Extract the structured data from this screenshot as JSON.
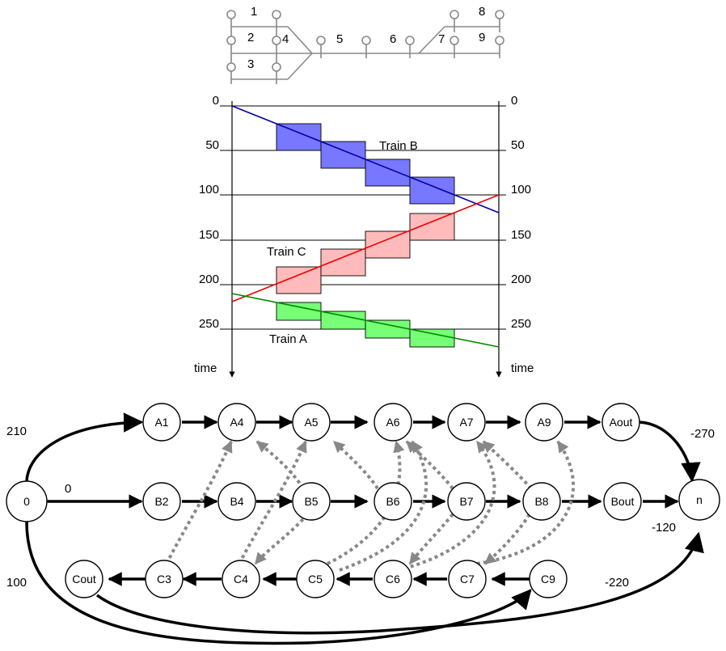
{
  "track": {
    "section_numbers": [
      "1",
      "2",
      "3",
      "4",
      "5",
      "6",
      "7",
      "8",
      "9"
    ]
  },
  "timeline": {
    "left_ticks": [
      "0",
      "50",
      "100",
      "150",
      "200",
      "250"
    ],
    "right_ticks": [
      "0",
      "50",
      "100",
      "150",
      "200",
      "250"
    ],
    "axis_label_left": "time",
    "axis_label_right": "time",
    "trains": [
      {
        "label": "Train B",
        "color": "#0000aa",
        "fill": "#7777ff"
      },
      {
        "label": "Train C",
        "color": "#ee0000",
        "fill": "#ffbbbb"
      },
      {
        "label": "Train A",
        "color": "#008800",
        "fill": "#77ff77"
      }
    ]
  },
  "graph": {
    "nodes": {
      "a1": "A1",
      "a4": "A4",
      "a5": "A5",
      "a6": "A6",
      "a7": "A7",
      "a9": "A9",
      "aout": "Aout",
      "src": "0",
      "b2": "B2",
      "b4": "B4",
      "b5": "B5",
      "b6": "B6",
      "b7": "B7",
      "b8": "B8",
      "bout": "Bout",
      "sink": "n",
      "cout": "Cout",
      "c3": "C3",
      "c4": "C4",
      "c5": "C5",
      "c6": "C6",
      "c7": "C7",
      "c9": "C9"
    },
    "edge_weights": {
      "to_a": "210",
      "to_b": "0",
      "to_c": "100",
      "a_to_n": "-270",
      "b_to_n": "-120",
      "c_to_n": "-220"
    }
  }
}
